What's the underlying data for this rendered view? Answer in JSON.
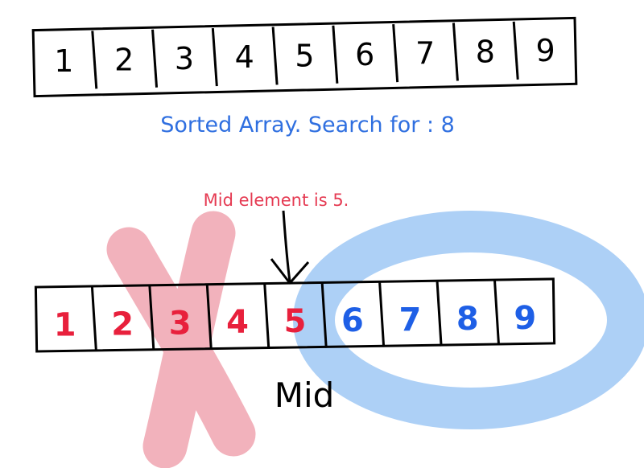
{
  "top_array": {
    "values": [
      "1",
      "2",
      "3",
      "4",
      "5",
      "6",
      "7",
      "8",
      "9"
    ],
    "caption": "Sorted Array. Search for : 8"
  },
  "bottom_array": {
    "values": [
      "1",
      "2",
      "3",
      "4",
      "5",
      "6",
      "7",
      "8",
      "9"
    ],
    "discarded_count": 5,
    "mid_index": 4
  },
  "annotation": "Mid element is 5.",
  "mid_label": "Mid",
  "colors": {
    "caption_blue": "#2f6fe0",
    "annotation_red": "#e53a52",
    "discarded_digit": "#e8203c",
    "kept_digit": "#1e5fe6",
    "discard_highlight": "#f0a0ac",
    "keep_highlight": "#a9cdf6",
    "ink": "#000000"
  }
}
